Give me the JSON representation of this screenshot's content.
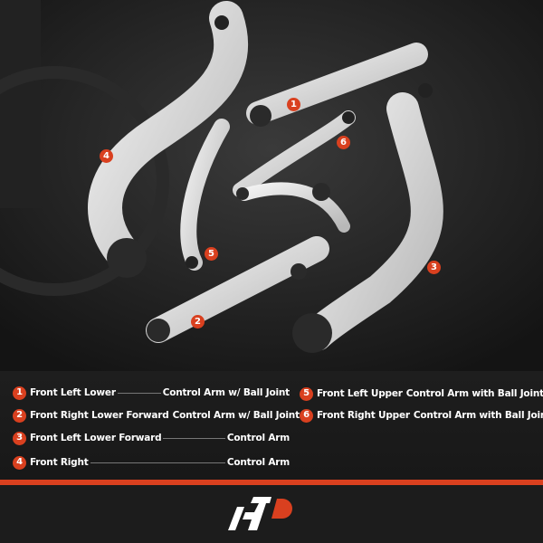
{
  "colors": {
    "accent": "#d9401f",
    "background": "#1a1a1a",
    "text": "#ffffff",
    "part": "#d8d8d8"
  },
  "callouts": [
    "1",
    "2",
    "3",
    "4",
    "5",
    "6"
  ],
  "legend": [
    {
      "num": "1",
      "position": "Front Left Lower",
      "part": "Control Arm w/ Ball Joint"
    },
    {
      "num": "2",
      "position": "Front Right Lower Forward",
      "part": "Control Arm w/ Ball Joint"
    },
    {
      "num": "3",
      "position": "Front Left Lower Forward",
      "part": "Control Arm"
    },
    {
      "num": "4",
      "position": "Front Right",
      "part": "Control Arm"
    },
    {
      "num": "5",
      "position": "Front Left Upper",
      "part": "Control Arm with Ball Joint"
    },
    {
      "num": "6",
      "position": "Front Right Upper",
      "part": "Control Arm with Ball Joint"
    }
  ],
  "logo": {
    "text": "AP"
  }
}
